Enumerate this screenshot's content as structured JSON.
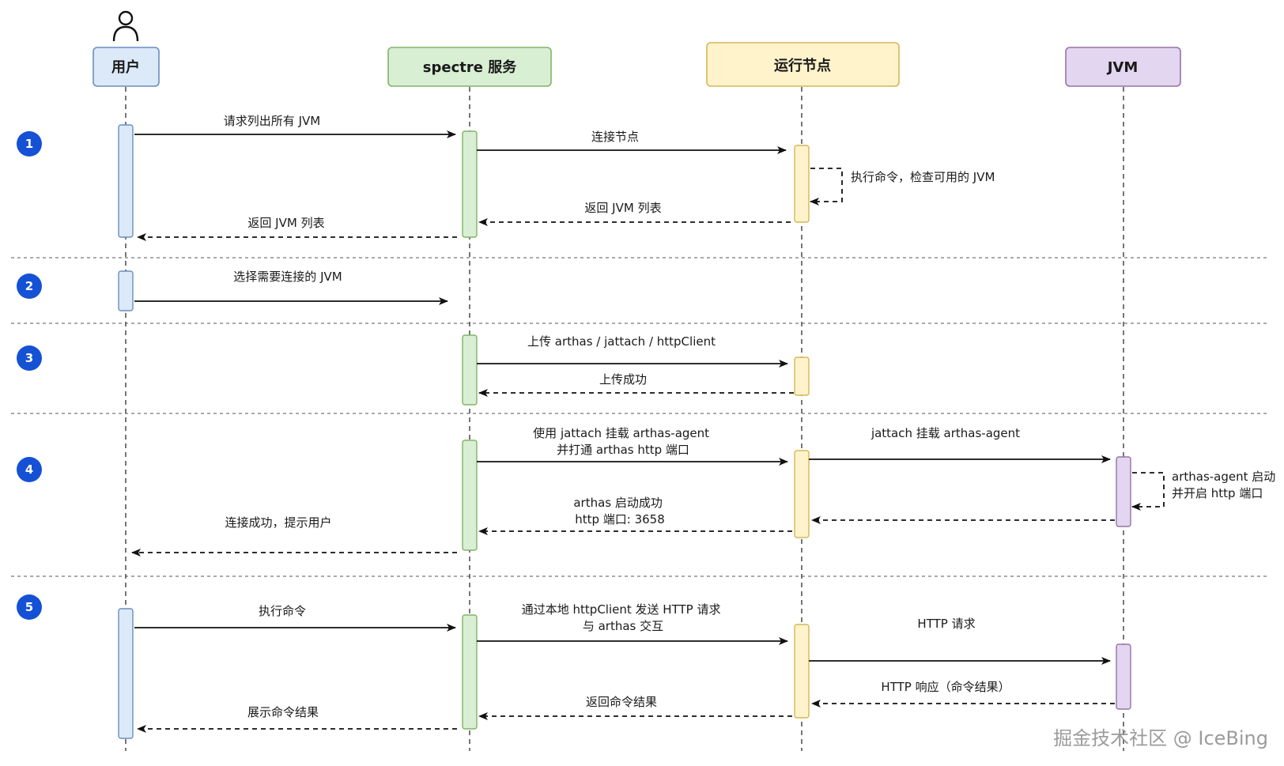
{
  "participants": [
    {
      "id": "user",
      "label": "用户",
      "fill": "#dbe9f9",
      "stroke": "#6c8ebf"
    },
    {
      "id": "spectre",
      "label": "spectre 服务",
      "fill": "#d8efd4",
      "stroke": "#82b366"
    },
    {
      "id": "node",
      "label": "运行节点",
      "fill": "#fff3cc",
      "stroke": "#d6b656"
    },
    {
      "id": "jvm",
      "label": "JVM",
      "fill": "#e3d6f0",
      "stroke": "#9673a6"
    }
  ],
  "steps": [
    "1",
    "2",
    "3",
    "4",
    "5"
  ],
  "step_color": "#1551d4",
  "messages": {
    "s1_list_request": [
      "请求列出所有 JVM"
    ],
    "s1_connect_node": [
      "连接节点"
    ],
    "s1_exec_check": [
      "执行命令，检查可用的 JVM"
    ],
    "s1_return_list_node": [
      "返回 JVM 列表"
    ],
    "s1_return_list_user": [
      "返回 JVM 列表"
    ],
    "s2_select": [
      "选择需要连接的 JVM"
    ],
    "s3_upload": [
      "上传 arthas / jattach / httpClient"
    ],
    "s3_upload_ok": [
      "上传成功"
    ],
    "s4_attach_cmd": [
      "使用 jattach 挂载 arthas-agent",
      "并打通 arthas http 端口"
    ],
    "s4_jattach": [
      "jattach 挂载 arthas-agent"
    ],
    "s4_agent_start": [
      "arthas-agent 启动",
      "并开启 http 端口"
    ],
    "s4_started": [
      "arthas 启动成功",
      "http 端口: 3658"
    ],
    "s4_connected": [
      "连接成功，提示用户"
    ],
    "s5_exec": [
      "执行命令"
    ],
    "s5_send_http": [
      "通过本地 httpClient 发送 HTTP 请求",
      "与 arthas 交互"
    ],
    "s5_http_req": [
      "HTTP 请求"
    ],
    "s5_http_resp": [
      "HTTP 响应（命令结果）"
    ],
    "s5_return_result": [
      "返回命令结果"
    ],
    "s5_show_result": [
      "展示命令结果"
    ]
  },
  "watermark": "掘金技术社区 @ IceBing"
}
